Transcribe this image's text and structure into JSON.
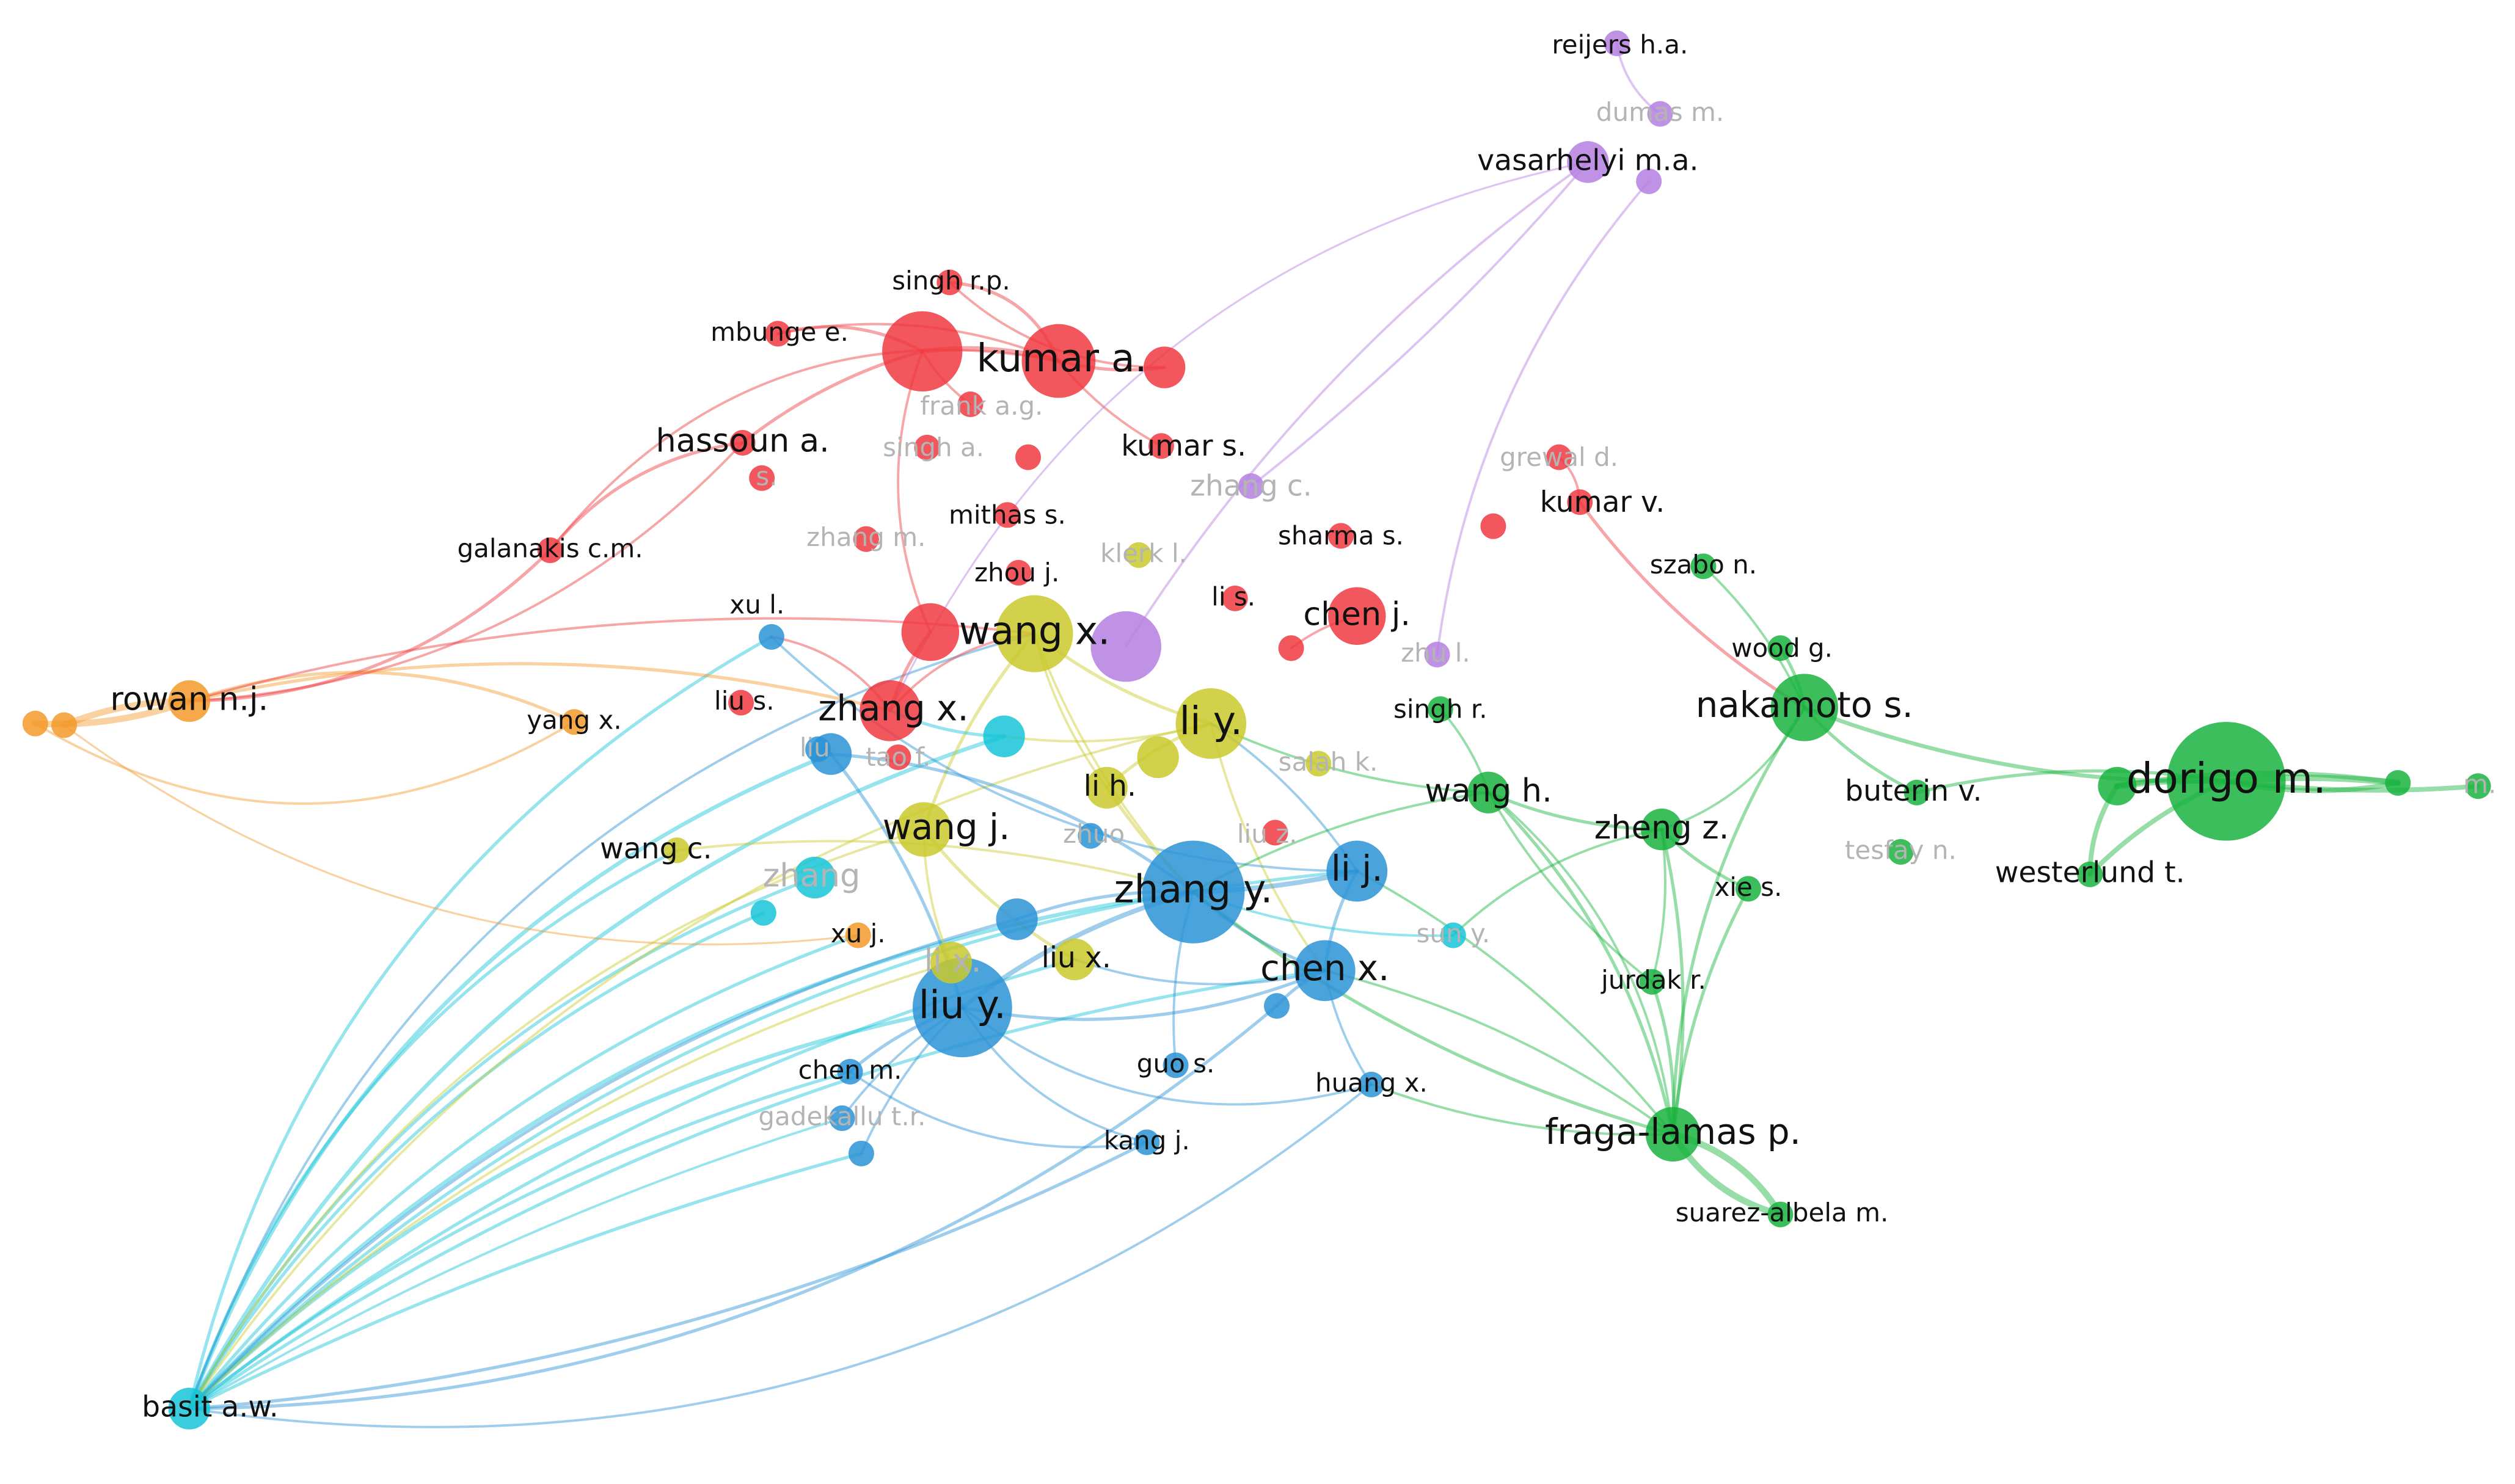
{
  "network": {
    "clusters": {
      "red": "#ee3a3f",
      "green": "#19b33e",
      "blue": "#2b93d6",
      "yellow": "#c9c92c",
      "purple": "#b57fe0",
      "cyan": "#16c4d8",
      "orange": "#f39a2c"
    },
    "nodes": [
      {
        "id": "reijers",
        "label": "reijers h.a.",
        "cluster": "purple",
        "size": 1,
        "faded": false
      },
      {
        "id": "dumas",
        "label": "dumas m.",
        "cluster": "purple",
        "size": 1,
        "faded": true
      },
      {
        "id": "vasarhelyi",
        "label": "vasarhelyi m.a.",
        "cluster": "purple",
        "size": 2,
        "faded": false
      },
      {
        "id": "vas2",
        "label": "",
        "cluster": "purple",
        "size": 1,
        "faded": false
      },
      {
        "id": "singhrp",
        "label": "singh r.p.",
        "cluster": "red",
        "size": 1,
        "faded": false
      },
      {
        "id": "mbunge",
        "label": "mbunge e.",
        "cluster": "red",
        "size": 1,
        "faded": false
      },
      {
        "id": "kumara",
        "label": "kumar a.",
        "cluster": "red",
        "size": 4,
        "faded": false
      },
      {
        "id": "kumara2",
        "label": "",
        "cluster": "red",
        "size": 3,
        "faded": false
      },
      {
        "id": "red_a",
        "label": "",
        "cluster": "red",
        "size": 2,
        "faded": false
      },
      {
        "id": "frank",
        "label": "frank a.g.",
        "cluster": "red",
        "size": 1,
        "faded": true
      },
      {
        "id": "hassoun",
        "label": "hassoun a.",
        "cluster": "red",
        "size": 1,
        "faded": false
      },
      {
        "id": "singha",
        "label": "singh a.",
        "cluster": "red",
        "size": 1,
        "faded": true
      },
      {
        "id": "red_s",
        "label": "s.",
        "cluster": "red",
        "size": 1,
        "faded": true
      },
      {
        "id": "kumars",
        "label": "kumar s.",
        "cluster": "red",
        "size": 1,
        "faded": false
      },
      {
        "id": "red_b",
        "label": "",
        "cluster": "red",
        "size": 1,
        "faded": false
      },
      {
        "id": "zhangc",
        "label": "zhang c.",
        "cluster": "purple",
        "size": 1,
        "faded": true
      },
      {
        "id": "grewal",
        "label": "grewal d.",
        "cluster": "red",
        "size": 1,
        "faded": true
      },
      {
        "id": "kumarv",
        "label": "kumar v.",
        "cluster": "red",
        "size": 1,
        "faded": false
      },
      {
        "id": "red_c",
        "label": "",
        "cluster": "red",
        "size": 1,
        "faded": false
      },
      {
        "id": "galanakis",
        "label": "galanakis c.m.",
        "cluster": "red",
        "size": 1,
        "faded": false
      },
      {
        "id": "mithas",
        "label": "mithas s.",
        "cluster": "red",
        "size": 1,
        "faded": false
      },
      {
        "id": "zhangm",
        "label": "zhang m.",
        "cluster": "red",
        "size": 1,
        "faded": true
      },
      {
        "id": "sharma",
        "label": "sharma s.",
        "cluster": "red",
        "size": 1,
        "faded": false
      },
      {
        "id": "zhouj",
        "label": "zhou j.",
        "cluster": "red",
        "size": 1,
        "faded": false
      },
      {
        "id": "klerk",
        "label": "klerk l.",
        "cluster": "yellow",
        "size": 1,
        "faded": true
      },
      {
        "id": "szabo",
        "label": "szabo n.",
        "cluster": "green",
        "size": 1,
        "faded": false
      },
      {
        "id": "xul",
        "label": "xu l.",
        "cluster": "blue",
        "size": 1,
        "faded": false
      },
      {
        "id": "lis",
        "label": "li s.",
        "cluster": "red",
        "size": 1,
        "faded": false
      },
      {
        "id": "chenj",
        "label": "chen j.",
        "cluster": "red",
        "size": 2,
        "faded": false
      },
      {
        "id": "red_d",
        "label": "",
        "cluster": "red",
        "size": 1,
        "faded": false
      },
      {
        "id": "wangx",
        "label": "wang x.",
        "cluster": "yellow",
        "size": 4,
        "faded": false
      },
      {
        "id": "wangx_p",
        "label": "",
        "cluster": "purple",
        "size": 3,
        "faded": false
      },
      {
        "id": "red_e",
        "label": "",
        "cluster": "red",
        "size": 3,
        "faded": false
      },
      {
        "id": "zhul",
        "label": "zhu l.",
        "cluster": "purple",
        "size": 1,
        "faded": true
      },
      {
        "id": "woodg",
        "label": "wood g.",
        "cluster": "green",
        "size": 1,
        "faded": false
      },
      {
        "id": "rowan",
        "label": "rowan n.j.",
        "cluster": "orange",
        "size": 2,
        "faded": false
      },
      {
        "id": "or1",
        "label": "",
        "cluster": "orange",
        "size": 1,
        "faded": false
      },
      {
        "id": "or2",
        "label": "",
        "cluster": "orange",
        "size": 1,
        "faded": false
      },
      {
        "id": "yangx",
        "label": "yang x.",
        "cluster": "orange",
        "size": 1,
        "faded": false
      },
      {
        "id": "lius",
        "label": "liu s.",
        "cluster": "red",
        "size": 1,
        "faded": false
      },
      {
        "id": "zhangx",
        "label": "zhang x.",
        "cluster": "red",
        "size": 3,
        "faded": false
      },
      {
        "id": "liy",
        "label": "li y.",
        "cluster": "yellow",
        "size": 4,
        "faded": false
      },
      {
        "id": "singhr",
        "label": "singh r.",
        "cluster": "green",
        "size": 1,
        "faded": false
      },
      {
        "id": "nakamoto",
        "label": "nakamoto s.",
        "cluster": "green",
        "size": 3,
        "faded": false
      },
      {
        "id": "cyan_a",
        "label": "",
        "cluster": "cyan",
        "size": 2,
        "faded": false
      },
      {
        "id": "blue_a",
        "label": "",
        "cluster": "blue",
        "size": 2,
        "faded": false
      },
      {
        "id": "tao",
        "label": "tao f.",
        "cluster": "red",
        "size": 1,
        "faded": true
      },
      {
        "id": "liu_faint",
        "label": "liu",
        "cluster": "blue",
        "size": 1,
        "faded": true
      },
      {
        "id": "salah",
        "label": "salah k.",
        "cluster": "yellow",
        "size": 1,
        "faded": true
      },
      {
        "id": "yel_a",
        "label": "",
        "cluster": "yellow",
        "size": 2,
        "faded": false
      },
      {
        "id": "lih",
        "label": "li h.",
        "cluster": "yellow",
        "size": 2,
        "faded": false
      },
      {
        "id": "wangh",
        "label": "wang h.",
        "cluster": "green",
        "size": 2,
        "faded": false
      },
      {
        "id": "buterin",
        "label": "buterin v.",
        "cluster": "green",
        "size": 1,
        "faded": false
      },
      {
        "id": "dorigo",
        "label": "dorigo m.",
        "cluster": "green",
        "size": 5,
        "faded": false
      },
      {
        "id": "dor2",
        "label": "",
        "cluster": "green",
        "size": 2,
        "faded": false
      },
      {
        "id": "dor3",
        "label": "",
        "cluster": "green",
        "size": 1,
        "faded": false
      },
      {
        "id": "dor_m",
        "label": "m.",
        "cluster": "green",
        "size": 1,
        "faded": true
      },
      {
        "id": "wangj",
        "label": "wang j.",
        "cluster": "yellow",
        "size": 3,
        "faded": false
      },
      {
        "id": "zhuo",
        "label": "zhuo",
        "cluster": "blue",
        "size": 1,
        "faded": true
      },
      {
        "id": "liuz",
        "label": "liu z.",
        "cluster": "red",
        "size": 1,
        "faded": true
      },
      {
        "id": "zhengz",
        "label": "zheng z.",
        "cluster": "green",
        "size": 2,
        "faded": false
      },
      {
        "id": "tesfay",
        "label": "tesfay n.",
        "cluster": "green",
        "size": 1,
        "faded": true
      },
      {
        "id": "westerlund",
        "label": "westerlund t.",
        "cluster": "green",
        "size": 1,
        "faded": false
      },
      {
        "id": "wangc",
        "label": "wang c.",
        "cluster": "yellow",
        "size": 1,
        "faded": false
      },
      {
        "id": "zhang_faint",
        "label": "zhang",
        "cluster": "cyan",
        "size": 2,
        "faded": true
      },
      {
        "id": "zhangy",
        "label": "zhang y.",
        "cluster": "blue",
        "size": 4,
        "faded": false
      },
      {
        "id": "lij",
        "label": "li j.",
        "cluster": "blue",
        "size": 3,
        "faded": false
      },
      {
        "id": "xies",
        "label": "xie s.",
        "cluster": "green",
        "size": 1,
        "faded": false
      },
      {
        "id": "suny",
        "label": "sun y.",
        "cluster": "cyan",
        "size": 1,
        "faded": true
      },
      {
        "id": "xuj",
        "label": "xu j.",
        "cluster": "orange",
        "size": 1,
        "faded": false
      },
      {
        "id": "cyan_b",
        "label": "",
        "cluster": "cyan",
        "size": 1,
        "faded": false
      },
      {
        "id": "lix",
        "label": "li x.",
        "cluster": "yellow",
        "size": 2,
        "faded": true
      },
      {
        "id": "liux",
        "label": "liu x.",
        "cluster": "yellow",
        "size": 2,
        "faded": false
      },
      {
        "id": "blue_b",
        "label": "",
        "cluster": "blue",
        "size": 2,
        "faded": false
      },
      {
        "id": "chenx",
        "label": "chen x.",
        "cluster": "blue",
        "size": 3,
        "faded": false
      },
      {
        "id": "jurdak",
        "label": "jurdak r.",
        "cluster": "green",
        "size": 1,
        "faded": false
      },
      {
        "id": "liuy",
        "label": "liu y.",
        "cluster": "blue",
        "size": 4,
        "faded": false
      },
      {
        "id": "blue_c",
        "label": "",
        "cluster": "blue",
        "size": 1,
        "faded": false
      },
      {
        "id": "chenm",
        "label": "chen m.",
        "cluster": "blue",
        "size": 1,
        "faded": false
      },
      {
        "id": "guos",
        "label": "guo s.",
        "cluster": "blue",
        "size": 1,
        "faded": false
      },
      {
        "id": "huangx",
        "label": "huang x.",
        "cluster": "blue",
        "size": 1,
        "faded": false
      },
      {
        "id": "gadekallu",
        "label": "gadekallu t.r.",
        "cluster": "blue",
        "size": 1,
        "faded": true
      },
      {
        "id": "blue_d",
        "label": "",
        "cluster": "blue",
        "size": 1,
        "faded": false
      },
      {
        "id": "kangj",
        "label": "kang j.",
        "cluster": "blue",
        "size": 1,
        "faded": false
      },
      {
        "id": "fraga",
        "label": "fraga-lamas p.",
        "cluster": "green",
        "size": 3,
        "faded": false
      },
      {
        "id": "suarez",
        "label": "suarez-albela m.",
        "cluster": "green",
        "size": 1,
        "faded": false
      },
      {
        "id": "basit",
        "label": "basit a.w.",
        "cluster": "cyan",
        "size": 2,
        "faded": false
      }
    ]
  }
}
